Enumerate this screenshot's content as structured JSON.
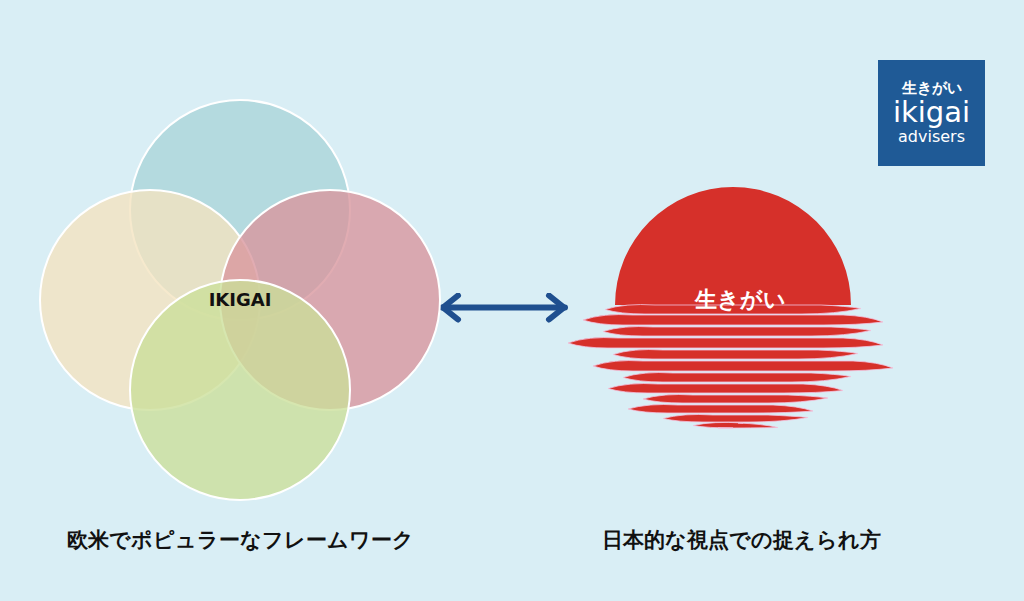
{
  "diagram": {
    "nodes": [
      {
        "text": [
          "IKIGAI"
        ]
      },
      {
        "text": [
          "生きがい"
        ]
      },
      {
        "text": [
          "生きがい",
          "ikigai",
          "advisers"
        ]
      }
    ],
    "edges": [
      {
        "from": 0,
        "to": 1,
        "arrow": "both"
      }
    ],
    "labels": [
      "欧米でポピュラーなフレームワーク",
      "日本的な視点での捉えられ方"
    ]
  }
}
